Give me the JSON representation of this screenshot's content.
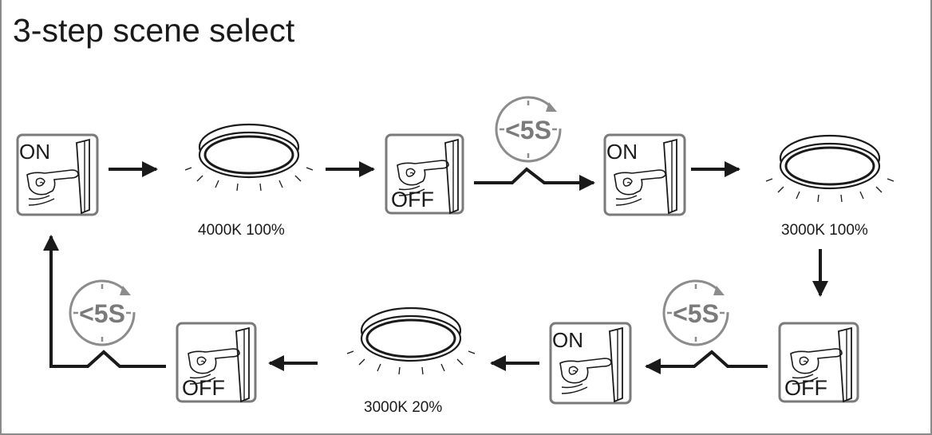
{
  "title": "3-step scene select",
  "switch_on_label": "ON",
  "switch_off_label": "OFF",
  "timer_label": "<5S",
  "captions": {
    "scene1": "4000K 100%",
    "scene2": "3000K 100%",
    "scene3": "3000K 20%"
  },
  "colors": {
    "ink": "#1a1a1a",
    "frame_gray": "#8a8a8a",
    "timer_gray": "#8c8c8c"
  }
}
